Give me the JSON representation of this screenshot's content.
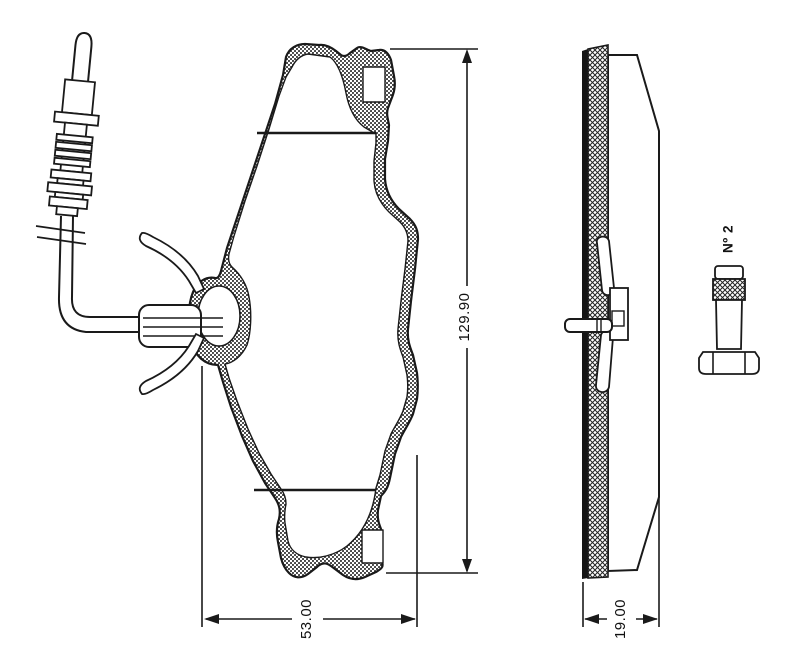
{
  "colors": {
    "background": "#ffffff",
    "ink": "#1a1a1a"
  },
  "drawing": {
    "type": "technical-part-drawing",
    "subject": "brake pad set with wear sensor cable, edge view and fitting bolt"
  },
  "dimensions": {
    "height": "129.90",
    "width": "53.00",
    "thickness": "19.00"
  },
  "labels": {
    "accessory": "Nº 2"
  }
}
